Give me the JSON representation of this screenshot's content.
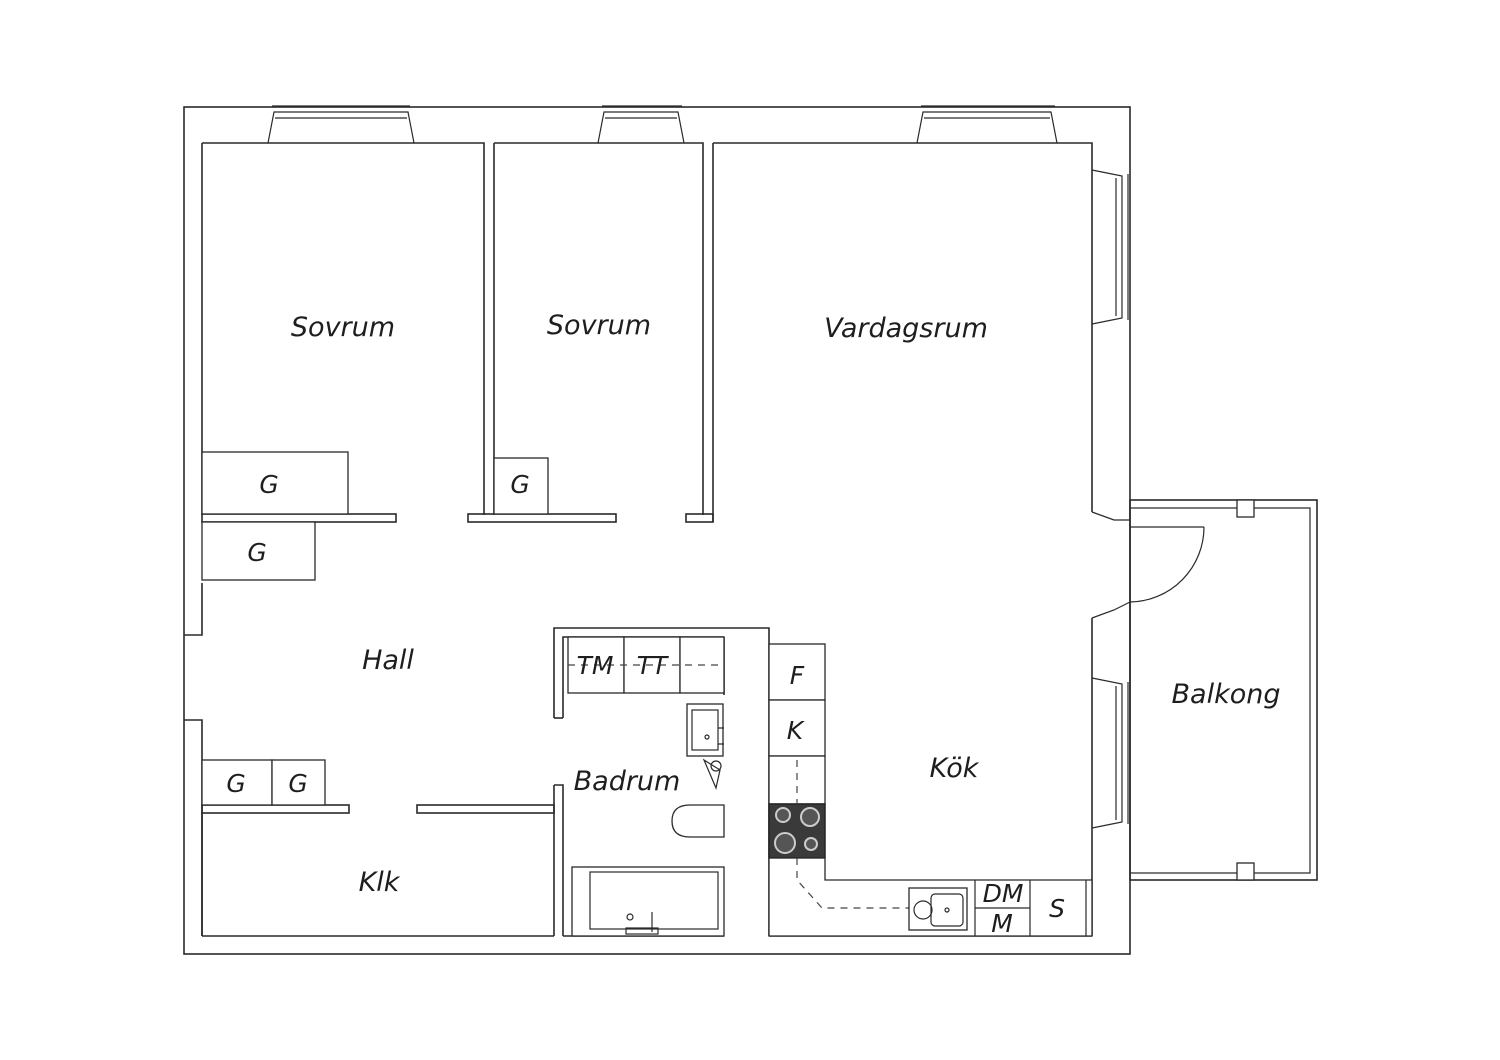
{
  "rooms": {
    "sovrum_1": "Sovrum",
    "sovrum_2": "Sovrum",
    "vardagsrum": "Vardagsrum",
    "hall": "Hall",
    "badrum": "Badrum",
    "kok": "Kök",
    "klk": "Klk",
    "balkong": "Balkong"
  },
  "fixtures": {
    "garderob": "G",
    "tvattmaskin": "TM",
    "torktumlare": "TT",
    "frys": "F",
    "kyl": "K",
    "diskmaskin": "DM",
    "mikro": "M",
    "skafferi": "S"
  },
  "colors": {
    "wall": "#2a2a2a",
    "stove": "#3a3a3a",
    "background": "#ffffff"
  }
}
